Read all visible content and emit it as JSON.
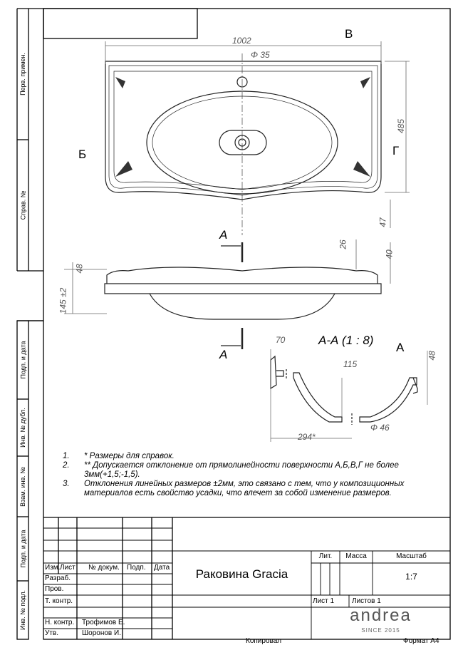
{
  "side_strip": [
    "Перв. примен.",
    "Справ. №",
    "Подп. и дата",
    "Инв. № дубл.",
    "Взам. инв. №",
    "Подп. и дата",
    "Инв. № подл."
  ],
  "dimensions": {
    "width": "1002",
    "hole": "Φ 35",
    "depth": "485",
    "offset": "47",
    "rim": "26",
    "edge": "40",
    "left_height": "48",
    "total_height": "145 ±2",
    "section_title": "А-А (1 : 8)",
    "sec_70": "70",
    "sec_115": "115",
    "sec_48": "48",
    "sec_294": "294*",
    "sec_drain": "Φ 46"
  },
  "markers": {
    "b": "В",
    "be": "Б",
    "g": "Г",
    "a1": "А",
    "a2": "А",
    "a3": "А"
  },
  "notes": [
    {
      "num": "1.",
      "text": "*  Размеры для справок."
    },
    {
      "num": "2.",
      "text": "**  Допускается отклонение от прямолинейности поверхности А,Б,В,Г не более 3мм(+1,5;-1,5)."
    },
    {
      "num": "3.",
      "text": "Отклонения линейных размеров ±2мм, это связано с тем, что у композиционных материалов есть свойство усадки, что влечет за собой изменение размеров."
    }
  ],
  "title_block": {
    "headers": {
      "izm": "Изм.",
      "list": "Лист",
      "doc": "№ докум.",
      "sign": "Подп.",
      "date": "Дата"
    },
    "roles": {
      "dev": "Разраб.",
      "check": "Пров.",
      "tcontrol": "Т. контр.",
      "ncontrol": "Н. контр.",
      "approve": "Утв."
    },
    "names": {
      "ncontrol": "Трофимов Е.",
      "approve": "Шоронов И."
    },
    "title": "Раковина Gracia",
    "lit": "Лит.",
    "mass": "Масса",
    "scale_label": "Масштаб",
    "scale": "1:7",
    "sheet": "Лист 1",
    "sheets": "Листов 1",
    "logo": "andrea",
    "logo_sub": "SINCE 2015"
  },
  "footer": {
    "copied": "Копировал",
    "format": "Формат А4"
  }
}
